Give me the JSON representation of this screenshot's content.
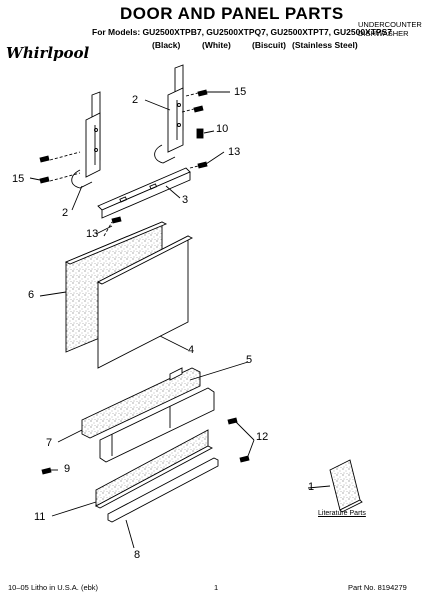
{
  "header": {
    "title": "DOOR AND PANEL PARTS",
    "models_line": "For Models: GU2500XTPB7, GU2500XTPQ7, GU2500XTPT7, GU2500XTPS7",
    "finishes": [
      "(Black)",
      "(White)",
      "(Biscuit)",
      "(Stainless Steel)"
    ],
    "appliance_type": [
      "UNDERCOUNTER",
      "DISHWASHER"
    ]
  },
  "brand": {
    "logo_text": "Whirlpool"
  },
  "callouts": [
    "1",
    "2",
    "2",
    "3",
    "4",
    "5",
    "6",
    "7",
    "8",
    "9",
    "10",
    "11",
    "12",
    "13",
    "13",
    "15",
    "15"
  ],
  "literature_label": "Literature Parts",
  "footer": {
    "left": "10–05 Litho in U.S.A. (ebk)",
    "center": "1",
    "right": "Part No. 8194279"
  },
  "colors": {
    "ink": "#000000",
    "speckle": "#cfcfcf",
    "panel": "#ffffff"
  }
}
